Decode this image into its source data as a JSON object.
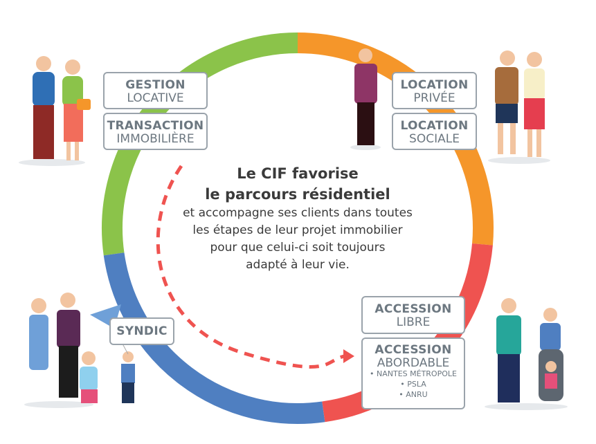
{
  "colors": {
    "green": "#8bc34a",
    "orange": "#f5962a",
    "red": "#ef5350",
    "blue": "#4f7fc1",
    "box_text": "#6c7780"
  },
  "boxes": {
    "gestion": {
      "title": "GESTION",
      "sub": "LOCATIVE"
    },
    "transaction": {
      "title": "TRANSACTION",
      "sub": "IMMOBILIÈRE"
    },
    "location_privee": {
      "title": "LOCATION",
      "sub": "PRIVÉE"
    },
    "location_sociale": {
      "title": "LOCATION",
      "sub": "SOCIALE"
    },
    "syndic": {
      "title": "SYNDIC"
    },
    "accession_libre": {
      "title": "ACCESSION",
      "sub": "LIBRE"
    },
    "accession_abordable": {
      "title": "ACCESSION",
      "sub": "ABORDABLE",
      "bullets": [
        "• NANTES MÉTROPOLE",
        "• PSLA",
        "• ANRU"
      ]
    }
  },
  "center": {
    "headline1": "Le CIF favorise",
    "headline2": "le parcours résidentiel",
    "lines": [
      "et accompagne ses clients dans toutes",
      "les étapes de leur projet immobilier",
      "pour que celui-ci soit toujours",
      "adapté à leur vie."
    ]
  }
}
